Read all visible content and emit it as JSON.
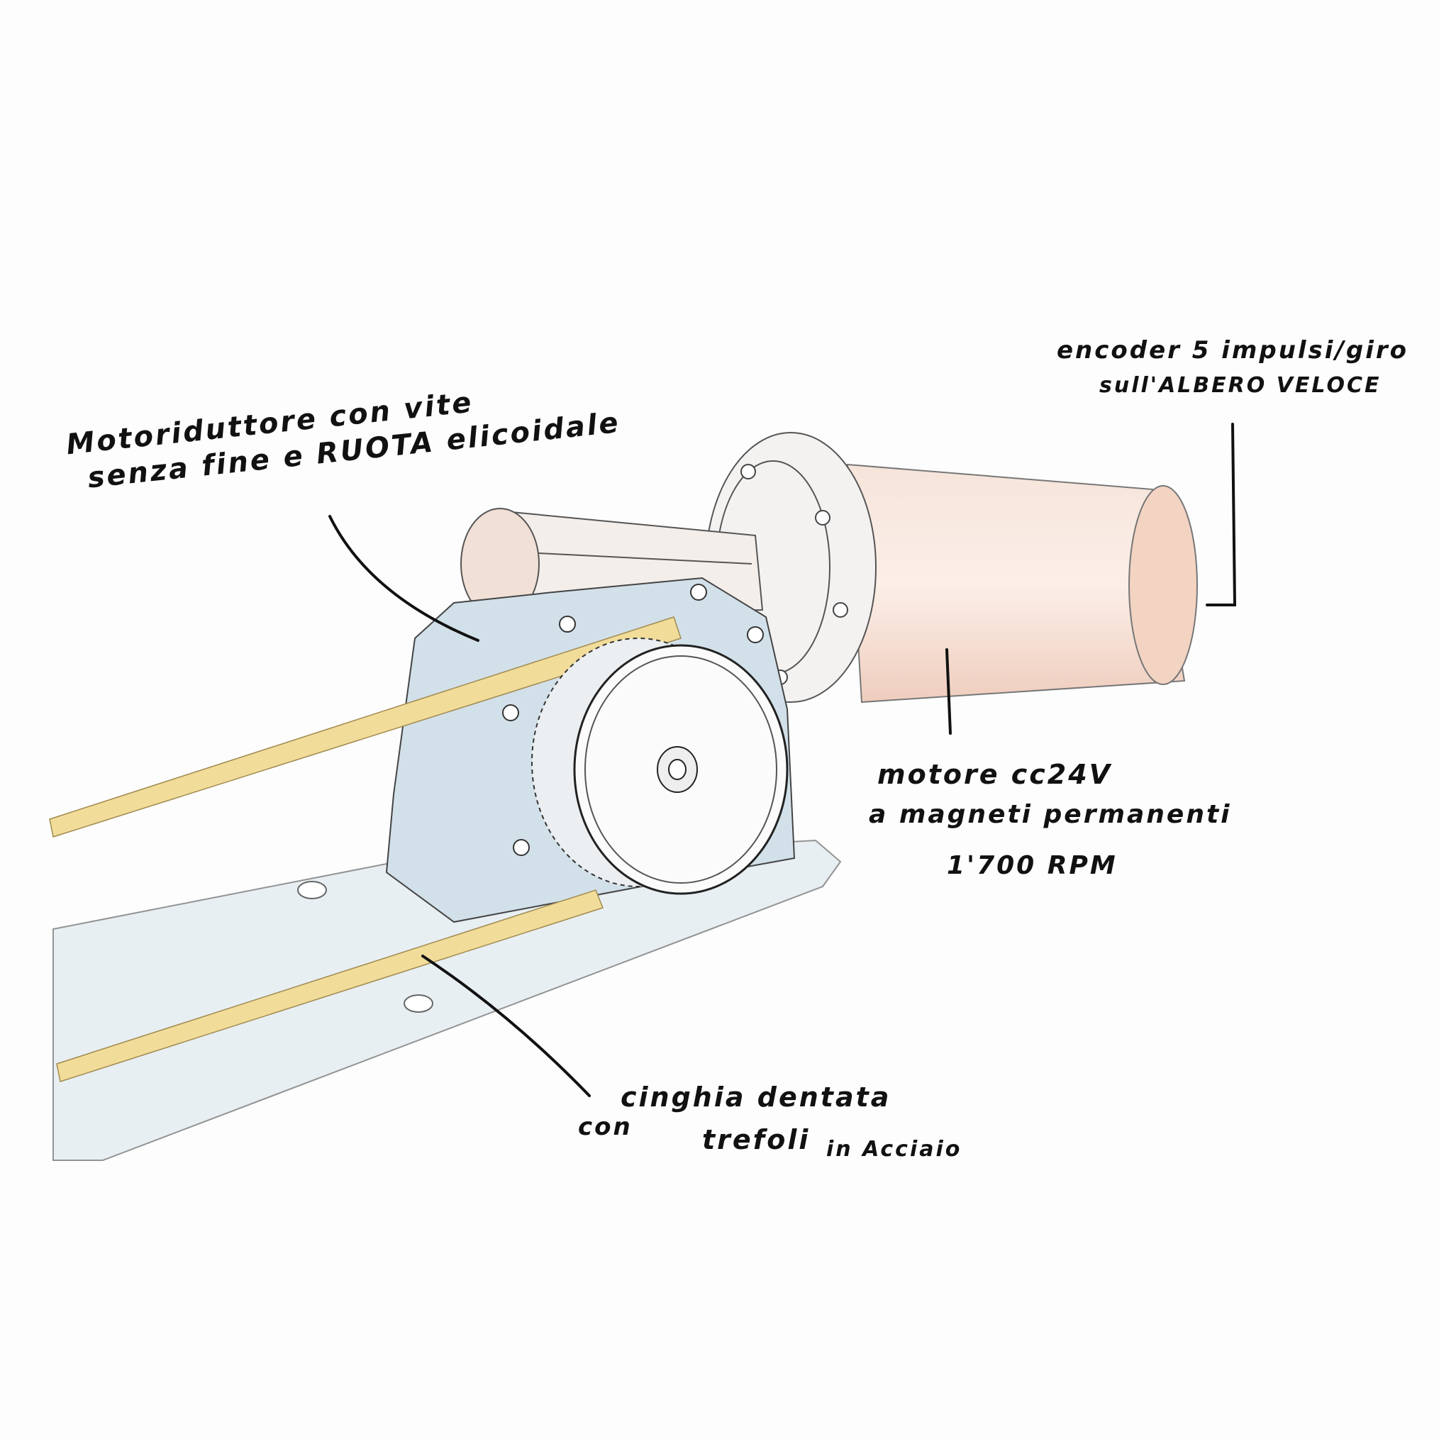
{
  "labels": {
    "gearmotor": {
      "line1": "Motoriduttore con vite",
      "line2": "senza fine e RUOTA elicoidale"
    },
    "encoder": {
      "line1": "encoder 5 impulsi/giro",
      "line2": "sull'ALBERO VELOCE"
    },
    "motor": {
      "line1": "motore cc24V",
      "line2": "a magneti permanenti",
      "line3": "1'700 RPM"
    },
    "belt": {
      "line1": "cinghia dentata",
      "line2a": "con",
      "line2b": "trefoli",
      "line2c": "in Acciaio"
    }
  },
  "colors": {
    "motor": "#f3d6c8",
    "gearbox": "#cfdde6",
    "belt": "#f1dc9a",
    "plate": "#e3ecf1",
    "ink": "#111111"
  }
}
